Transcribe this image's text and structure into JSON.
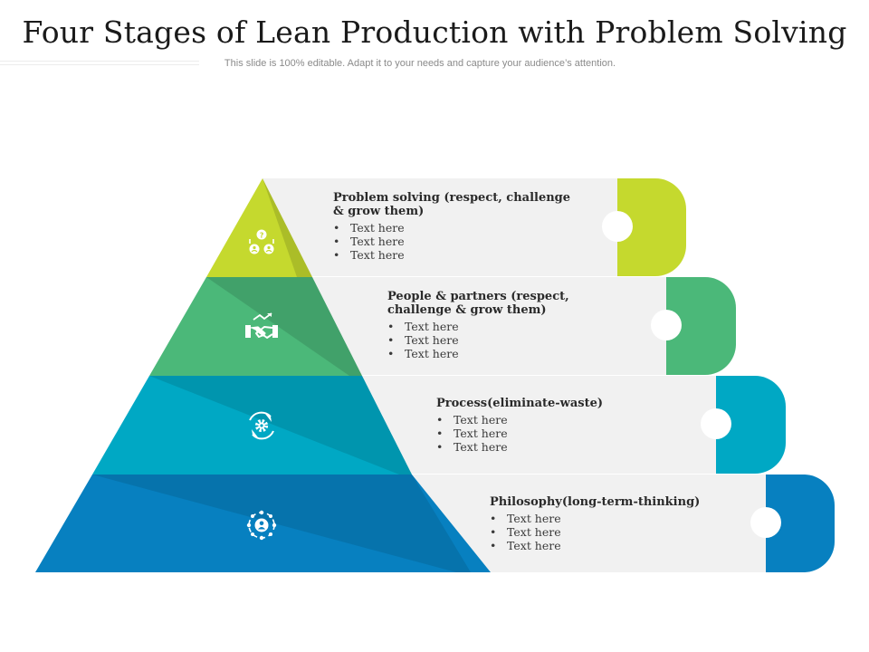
{
  "header": {
    "title": "Four Stages of Lean Production with Problem Solving",
    "subtitle": "This slide is 100% editable. Adapt it to your needs and capture your audience’s attention."
  },
  "colors": {
    "panel": "#f1f1f1",
    "stage1": "#c5d92e",
    "stage2": "#4bb879",
    "stage3": "#00a8c4",
    "stage4": "#0780c0"
  },
  "stages": [
    {
      "title": "Problem solving (respect, challenge & grow them)",
      "icon": "problem-solving-people-icon",
      "bullets": [
        "Text here",
        "Text here",
        "Text here"
      ]
    },
    {
      "title": "People & partners (respect, challenge & grow them)",
      "icon": "handshake-growth-icon",
      "bullets": [
        "Text here",
        "Text here",
        "Text here"
      ]
    },
    {
      "title": "Process(eliminate-waste)",
      "icon": "gear-cycle-icon",
      "bullets": [
        "Text here",
        "Text here",
        "Text here"
      ]
    },
    {
      "title": "Philosophy(long-term-thinking)",
      "icon": "person-network-icon",
      "bullets": [
        "Text here",
        "Text here",
        "Text here"
      ]
    }
  ]
}
